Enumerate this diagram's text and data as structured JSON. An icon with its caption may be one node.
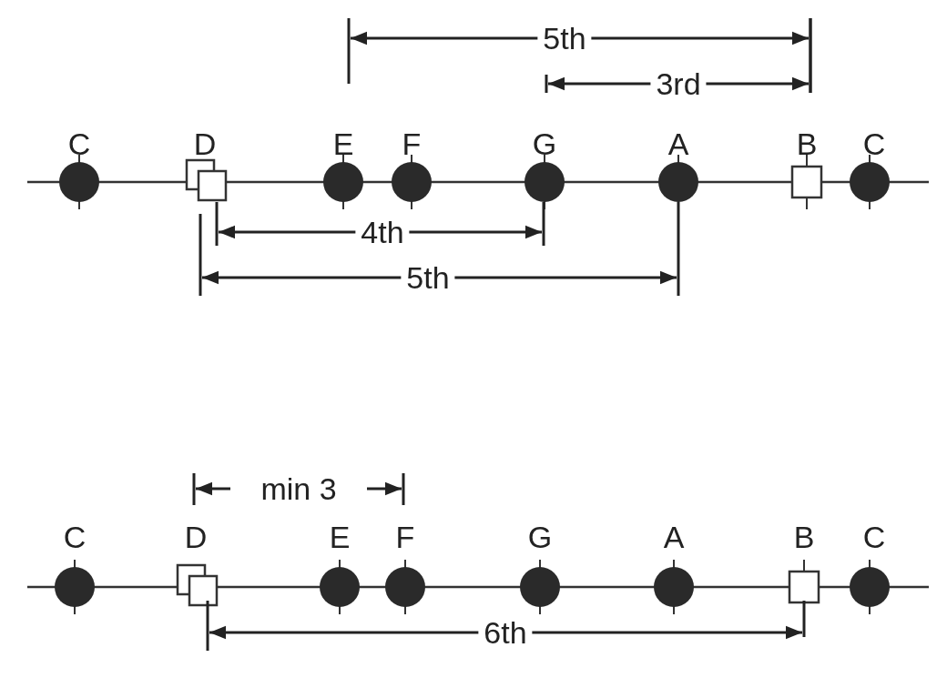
{
  "diagram": {
    "labels": [
      "5th",
      "3rd",
      "C",
      "D",
      "E",
      "F",
      "G",
      "A",
      "B",
      "C",
      "4th",
      "5th",
      "min 3",
      "C",
      "D",
      "E",
      "F",
      "G",
      "A",
      "B",
      "C",
      "6th"
    ]
  }
}
